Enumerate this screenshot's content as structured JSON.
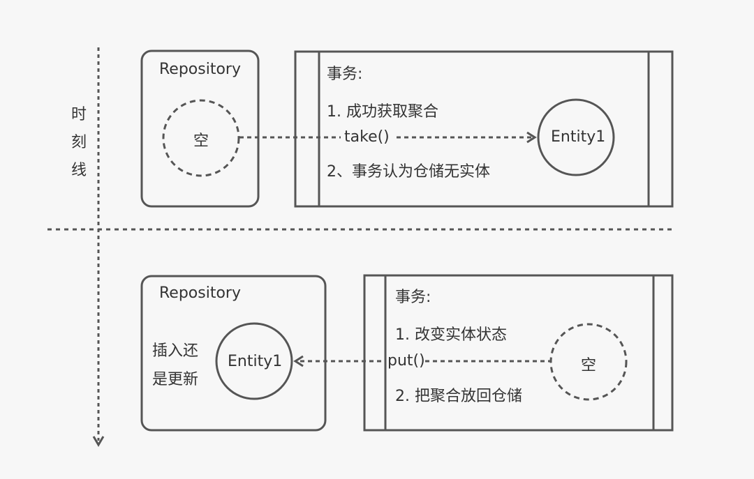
{
  "timeline": {
    "label_chars": [
      "时",
      "刻",
      "线"
    ]
  },
  "top": {
    "repository": {
      "title": "Repository",
      "slot_text": "空"
    },
    "transaction": {
      "title": "事务:",
      "step1": "1. 成功获取聚合",
      "step2": "2、事务认为仓储无实体",
      "entity": "Entity1"
    },
    "arrow_label": "take()"
  },
  "bottom": {
    "repository": {
      "title": "Repository",
      "note_line1": "插入还",
      "note_line2": "是更新",
      "entity": "Entity1"
    },
    "transaction": {
      "title": "事务:",
      "step1": "1. 改变实体状态",
      "step2": "2. 把聚合放回仓储",
      "slot_text": "空"
    },
    "arrow_label": "put()"
  },
  "colors": {
    "stroke": "#555555",
    "text": "#333333",
    "background": "#f7f7f7"
  }
}
